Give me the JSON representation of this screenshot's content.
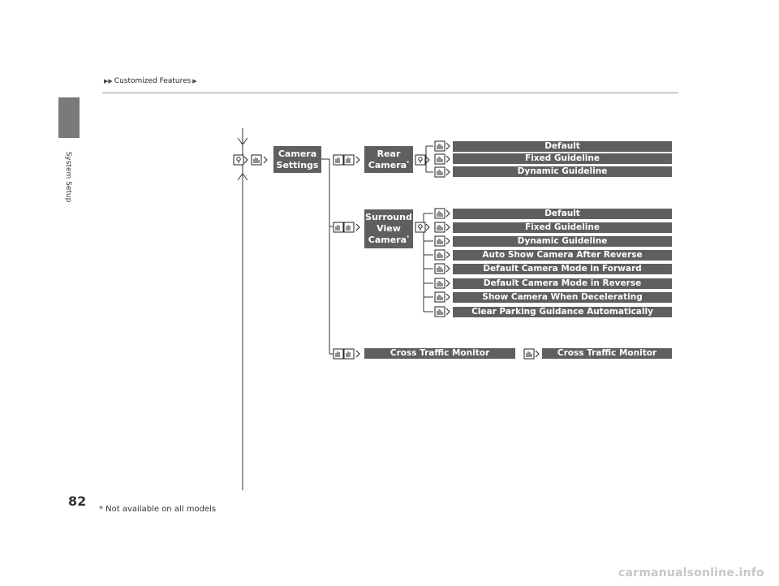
{
  "page": {
    "number": "82",
    "breadcrumb": "Customized Features",
    "side_label": "System Setup",
    "footnote": "* Not available on all models",
    "watermark": "carmanualsonline.info"
  },
  "diagram": {
    "root": "Camera Settings",
    "rear_camera": {
      "label_line1": "Rear",
      "label_line2": "Camera",
      "mark": "*",
      "options": [
        "Default",
        "Fixed Guideline",
        "Dynamic Guideline"
      ]
    },
    "surround_view": {
      "label_line1": "Surround",
      "label_line2": "View",
      "label_line3": "Camera",
      "mark": "*",
      "options": [
        "Default",
        "Fixed Guideline",
        "Dynamic Guideline",
        "Auto Show Camera After Reverse",
        "Default Camera Mode in Forward",
        "Default Camera Mode in Reverse",
        "Show Camera When Decelerating",
        "Clear Parking Guidance Automatically"
      ]
    },
    "cross_traffic": {
      "label": "Cross Traffic Monitor",
      "option": "Cross Traffic Monitor"
    }
  }
}
